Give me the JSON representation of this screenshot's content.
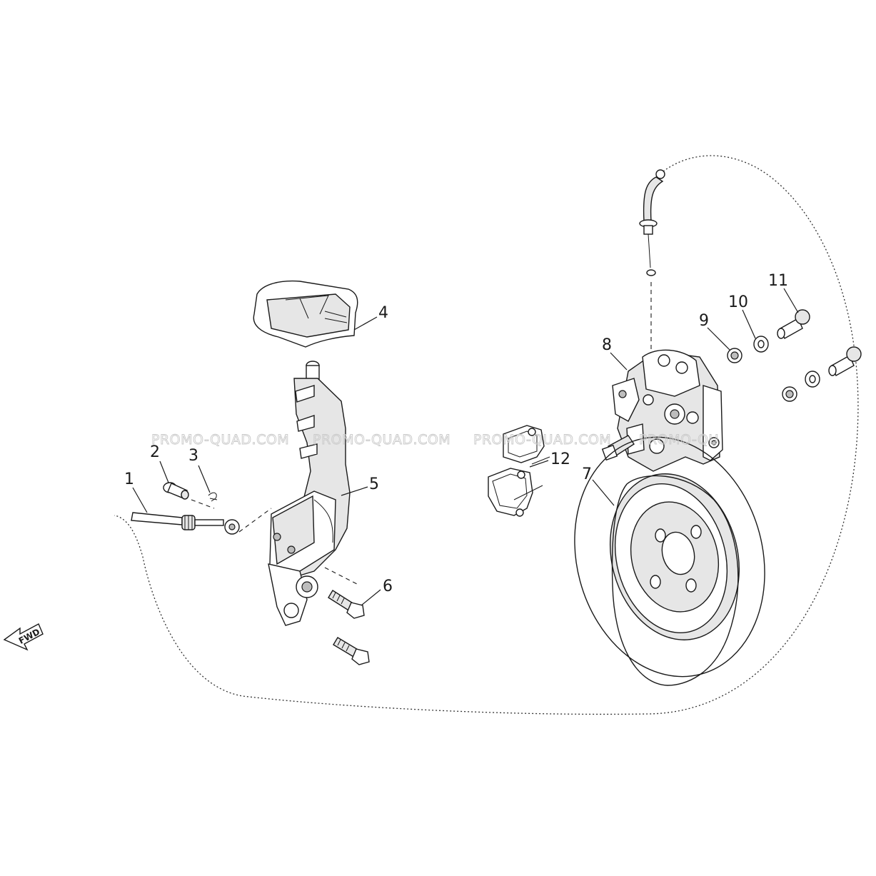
{
  "watermark": "PROMO-QUAD.COM",
  "watermark_partial": "PROMO-QU",
  "direction_label": "FWD",
  "callouts": [
    "1",
    "2",
    "3",
    "4",
    "5",
    "6",
    "7",
    "8",
    "9",
    "10",
    "11",
    "12"
  ],
  "colors": {
    "line": "#1a1a1a",
    "shade": "#e6e6e6",
    "watermark": "#c9c9c9"
  },
  "icons": {
    "direction": "fwd-arrow-icon"
  }
}
